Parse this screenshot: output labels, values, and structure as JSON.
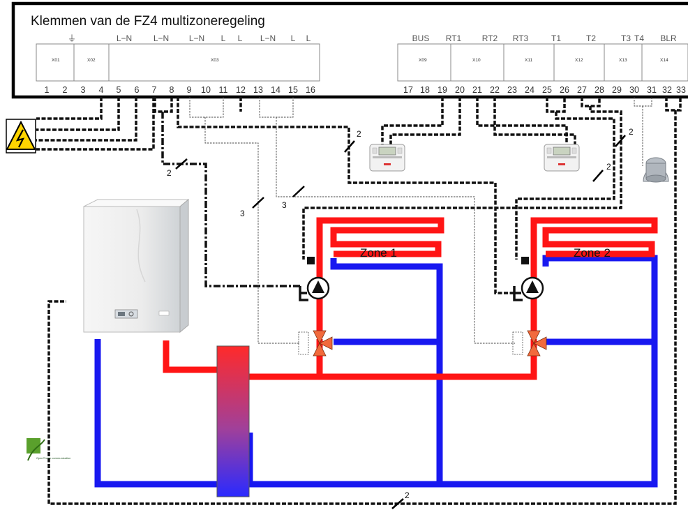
{
  "title": "Klemmen van de FZ4 multizoneregeling",
  "terminal_groups": [
    {
      "label": "⏚",
      "name": "earth"
    },
    {
      "label": "L−N",
      "name": "ln-1"
    },
    {
      "label": "L−N",
      "name": "ln-2"
    },
    {
      "label": "L−N",
      "name": "ln-3"
    },
    {
      "label": "L",
      "name": "l-1"
    },
    {
      "label": "L",
      "name": "l-2"
    },
    {
      "label": "L−N",
      "name": "ln-4"
    },
    {
      "label": "L",
      "name": "l-3"
    },
    {
      "label": "L",
      "name": "l-4"
    },
    {
      "label": "BUS",
      "name": "bus"
    },
    {
      "label": "RT1",
      "name": "rt1"
    },
    {
      "label": "RT2",
      "name": "rt2"
    },
    {
      "label": "RT3",
      "name": "rt3"
    },
    {
      "label": "T1",
      "name": "t1"
    },
    {
      "label": "T2",
      "name": "t2"
    },
    {
      "label": "T3",
      "name": "t3"
    },
    {
      "label": "T4",
      "name": "t4"
    },
    {
      "label": "BLR",
      "name": "blr"
    }
  ],
  "connectors": [
    "X01",
    "X02",
    "X03",
    "X09",
    "X10",
    "X11",
    "X12",
    "X13",
    "X14"
  ],
  "terminal_numbers": [
    "1",
    "2",
    "3",
    "4",
    "5",
    "6",
    "7",
    "8",
    "9",
    "10",
    "11",
    "12",
    "13",
    "14",
    "15",
    "16",
    "17",
    "18",
    "19",
    "20",
    "21",
    "22",
    "23",
    "24",
    "25",
    "26",
    "27",
    "28",
    "29",
    "30",
    "31",
    "32",
    "33"
  ],
  "zones": [
    "Zone 1",
    "Zone 2"
  ],
  "wire_counts": [
    "2",
    "2",
    "2",
    "2",
    "3",
    "3",
    "2"
  ],
  "opentherm_logo": "OpenTherm communication",
  "colors": {
    "supply": "#ff1515",
    "return": "#1818f0",
    "pump_valve": "#f26a3c",
    "warning": "#ffd400"
  }
}
